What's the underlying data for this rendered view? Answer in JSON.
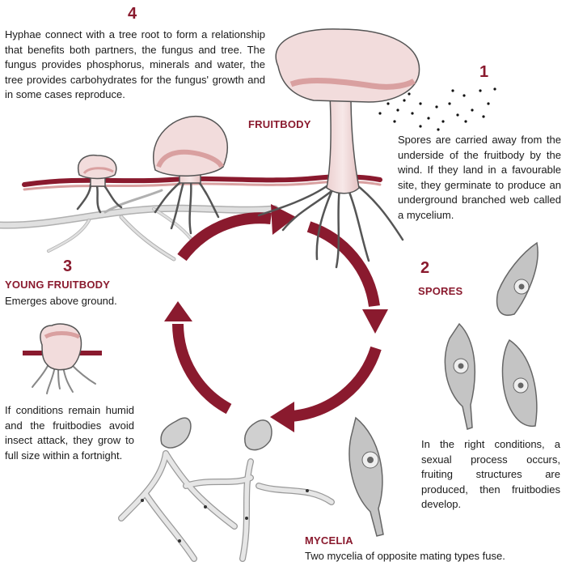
{
  "steps": [
    {
      "number": "1",
      "text": "Spores are carried away from the underside of the fruitbody by the wind. If they land in a favourable site, they germinate to produce an underground branched web called a mycelium."
    },
    {
      "number": "2",
      "heading": "SPORES",
      "text": "In the right conditions, a sexual process occurs, fruiting structures are produced, then fruitbodies develop."
    },
    {
      "number": "3",
      "heading": "YOUNG FRUITBODY",
      "subtext": "Emerges above ground.",
      "text": "If conditions remain humid and the fruitbodies avoid insect attack, they grow to full size within a fortnight."
    },
    {
      "number": "4",
      "text": "Hyphae connect with a tree root to form a relationship that benefits both partners, the fungus and tree. The fungus provides phosphorus, minerals and water, the tree provides carbohydrates for the fungus' growth and in some cases reproduce."
    }
  ],
  "labels": {
    "fruitbody": "FRUITBODY",
    "mycelia_heading": "MYCELIA",
    "mycelia_text": "Two mycelia of opposite mating types fuse."
  },
  "colors": {
    "accent": "#8a1a2e",
    "cap": "#f2dcdc",
    "cap_shade": "#d9a0a0",
    "hypha": "#d8d8d8",
    "spore": "#bdbdbd"
  }
}
